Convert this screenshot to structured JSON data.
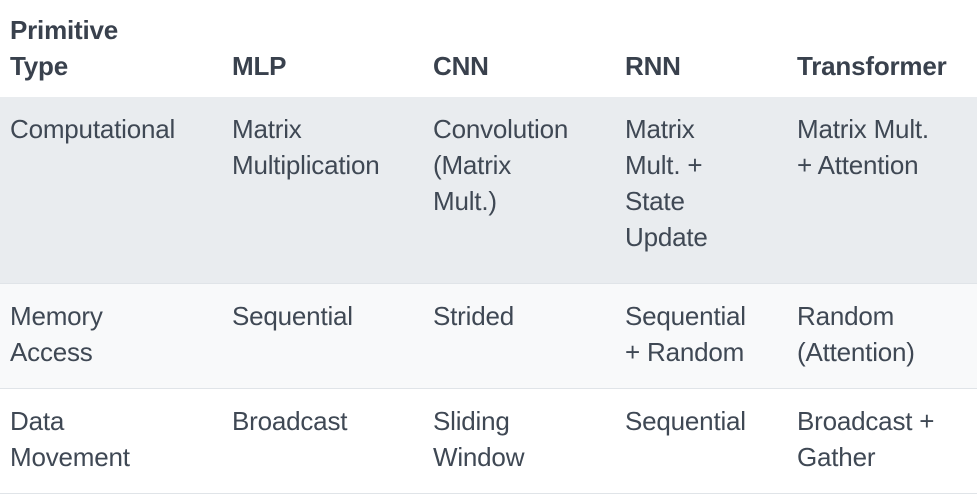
{
  "table": {
    "header": [
      "Primitive\nType",
      "MLP",
      "CNN",
      "RNN",
      "Transformer"
    ],
    "rows": [
      {
        "label": "Computational",
        "mlp": "Matrix\nMultiplication",
        "cnn": "Convolution\n(Matrix\nMult.)",
        "rnn": "Matrix\nMult. +\nState\nUpdate",
        "transformer": "Matrix Mult.\n+ Attention"
      },
      {
        "label": "Memory\nAccess",
        "mlp": "Sequential",
        "cnn": "Strided",
        "rnn": "Sequential\n+ Random",
        "transformer": "Random\n(Attention)"
      },
      {
        "label": "Data\nMovement",
        "mlp": "Broadcast",
        "cnn": "Sliding\nWindow",
        "rnn": "Sequential",
        "transformer": "Broadcast +\nGather"
      }
    ]
  },
  "colors": {
    "header_text": "#39414d",
    "body_text": "#3f4854",
    "row_computational_bg": "#e9ecef",
    "row_memory_bg": "#f8f9fa",
    "row_data_bg": "#ffffff",
    "border": "#e0e4e8"
  }
}
